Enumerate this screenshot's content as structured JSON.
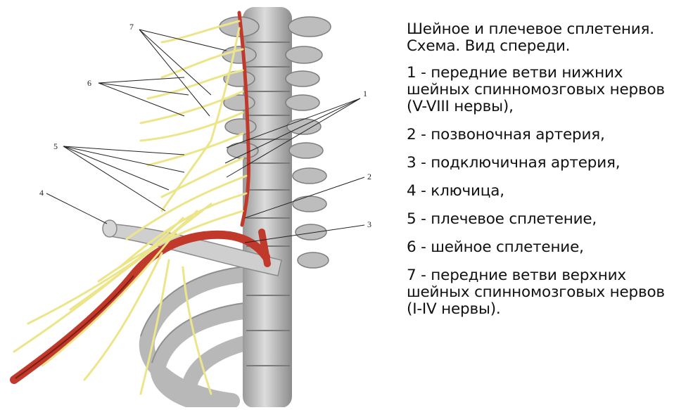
{
  "figure": {
    "callouts": [
      "1",
      "2",
      "3",
      "4",
      "5",
      "6",
      "7"
    ]
  },
  "legend": {
    "title": "Шейное и плечевое сплетения. Схема. Вид спереди.",
    "items": [
      "1 - передние ветви нижних шейных спинномозговых нервов (V-VIII нервы),",
      "2 - позвоночная артерия,",
      "3 - подключичная артерия,",
      "4 - ключица,",
      "5 - плечевое сплетение,",
      "6 - шейное сплетение,",
      "7 - передние ветви верхних шейных спинномозговых нервов (I-IV нервы)."
    ]
  },
  "colors": {
    "bone": "#c9c9c9",
    "nerve": "#ece58a",
    "artery": "#c0392b"
  }
}
